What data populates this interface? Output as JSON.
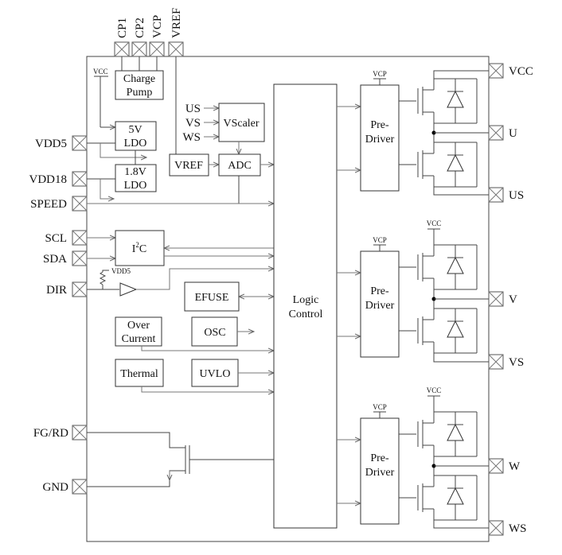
{
  "top_pins": [
    "CP1",
    "CP2",
    "VCP",
    "VREF"
  ],
  "left_pins": {
    "vdd5": "VDD5",
    "vdd18": "VDD18",
    "speed": "SPEED",
    "scl": "SCL",
    "sda": "SDA",
    "dir": "DIR",
    "fgrd": "FG/RD",
    "gnd": "GND"
  },
  "right_pins": {
    "vcc": "VCC",
    "u": "U",
    "us": "US",
    "v": "V",
    "vs": "VS",
    "w": "W",
    "ws": "WS"
  },
  "blocks": {
    "charge_pump": [
      "Charge",
      "Pump"
    ],
    "ldo5": [
      "5V",
      "LDO"
    ],
    "ldo18": [
      "1.8V",
      "LDO"
    ],
    "vscaler": "VScaler",
    "vref": "VREF",
    "adc": "ADC",
    "i2c_main": "I",
    "i2c_sup": "2",
    "i2c_tail": "C",
    "efuse": "EFUSE",
    "osc": "OSC",
    "over_current": [
      "Over",
      "Current"
    ],
    "thermal": "Thermal",
    "uvlo": "UVLO",
    "logic_control": [
      "Logic",
      "Control"
    ],
    "pre_driver": [
      "Pre-",
      "Driver"
    ]
  },
  "vscaler_inputs": [
    "US",
    "VS",
    "WS"
  ],
  "small_labels": {
    "vcc": "VCC",
    "vcp": "VCP",
    "vdd5": "VDD5"
  },
  "colors": {
    "line": "#444444",
    "block_border": "#333333",
    "background": "#ffffff"
  }
}
